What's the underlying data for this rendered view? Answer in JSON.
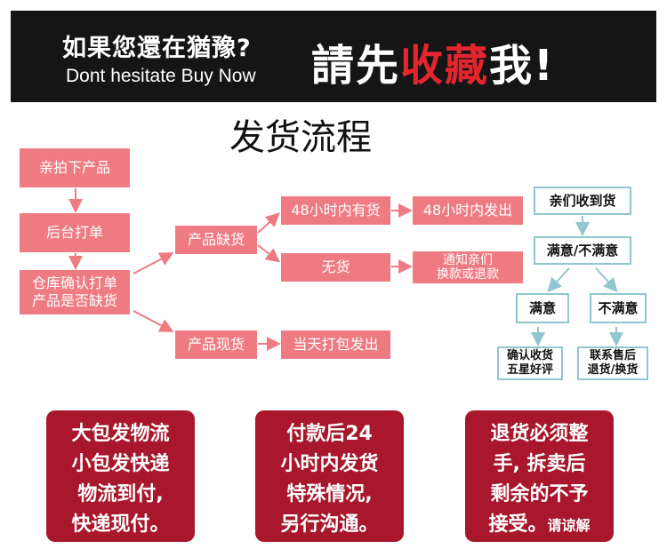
{
  "banner": {
    "question": "如果您還在猶豫?",
    "english": "Dont hesitate Buy Now",
    "cta_part1": "請先",
    "cta_part2": "收藏",
    "cta_part3": "我!"
  },
  "title": "发货流程",
  "flow": {
    "step1": "亲拍下产品",
    "step2": "后台打单",
    "step3_line1": "仓库确认打单",
    "step3_line2": "产品是否缺货",
    "shortage": "产品缺货",
    "in_stock": "产品现货",
    "restock_48h": "48小时内有货",
    "ship_48h": "48小时内发出",
    "no_stock": "无货",
    "notify_line1": "通知亲们",
    "notify_line2": "换款或退款",
    "same_day": "当天打包发出"
  },
  "after_sale": {
    "received": "亲们收到货",
    "satisfied_q": "满意/不满意",
    "satisfied": "满意",
    "unsatisfied": "不满意",
    "confirm_line1": "确认收货",
    "confirm_line2": "五星好评",
    "contact_line1": "联系售后",
    "contact_line2": "退货/换货"
  },
  "notices": {
    "n1": [
      "大包发物流",
      "小包发快递",
      "物流到付,",
      "快递现付。"
    ],
    "n2": [
      "付款后24",
      "小时内发货",
      "特殊情况,",
      "另行沟通。"
    ],
    "n3_lines": [
      "退货必须整",
      "手, 拆卖后",
      "剩余的不予"
    ],
    "n3_last": "接受。",
    "n3_suffix": "请谅解"
  },
  "colors": {
    "box_pink": "#ef7b82",
    "arrow_pink": "#ef7b82",
    "teal_border": "#8fc6cf",
    "notice_red": "#a8172b",
    "cta_red": "#e3262e"
  }
}
